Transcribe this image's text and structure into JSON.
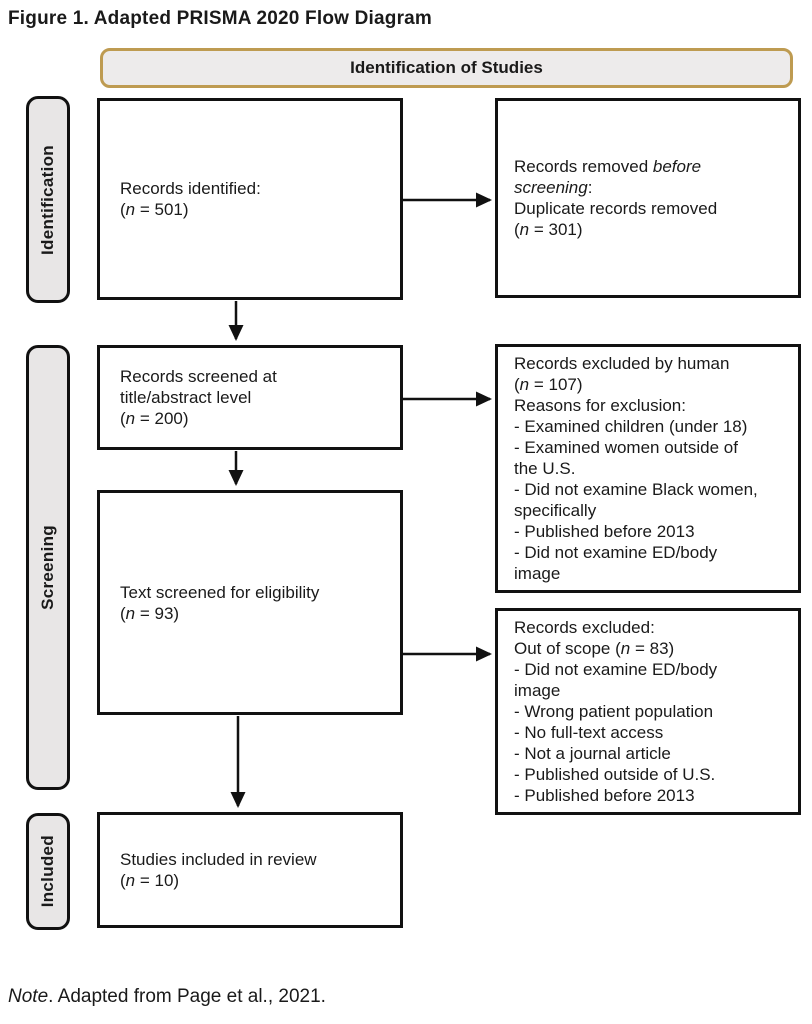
{
  "figure": {
    "title": "Figure 1. Adapted PRISMA 2020 Flow Diagram",
    "note": [
      [
        {
          "t": "Note",
          "i": true
        },
        {
          "t": ". Adapted from Page et al., 2021."
        }
      ]
    ]
  },
  "banner": {
    "label": "Identification of Studies"
  },
  "stages": {
    "identification": "Identification",
    "screening": "Screening",
    "included": "Included"
  },
  "boxes": {
    "records_identified": {
      "lines": [
        [
          {
            "t": "Records identified:"
          }
        ],
        [
          {
            "t": "("
          },
          {
            "t": "n",
            "i": true
          },
          {
            "t": " = 501)"
          }
        ]
      ]
    },
    "records_removed": {
      "lines": [
        [
          {
            "t": "Records removed "
          },
          {
            "t": "before",
            "i": true
          }
        ],
        [
          {
            "t": "screening",
            "i": true
          },
          {
            "t": ":"
          }
        ],
        [
          {
            "t": "Duplicate records removed"
          }
        ],
        [
          {
            "t": "("
          },
          {
            "t": "n",
            "i": true
          },
          {
            "t": " = 301)"
          }
        ]
      ]
    },
    "records_screened": {
      "lines": [
        [
          {
            "t": "Records screened at"
          }
        ],
        [
          {
            "t": "title/abstract level"
          }
        ],
        [
          {
            "t": "("
          },
          {
            "t": "n",
            "i": true
          },
          {
            "t": " = 200)"
          }
        ]
      ]
    },
    "excluded_human": {
      "lines": [
        [
          {
            "t": "Records excluded by human"
          }
        ],
        [
          {
            "t": "("
          },
          {
            "t": "n",
            "i": true
          },
          {
            "t": " = 107)"
          }
        ],
        [
          {
            "t": "Reasons for exclusion:"
          }
        ],
        [
          {
            "t": "- Examined children (under 18)"
          }
        ],
        [
          {
            "t": "- Examined women outside of"
          }
        ],
        [
          {
            "t": "the U.S."
          }
        ],
        [
          {
            "t": "- Did not examine Black women,"
          }
        ],
        [
          {
            "t": "specifically"
          }
        ],
        [
          {
            "t": "- Published before 2013"
          }
        ],
        [
          {
            "t": "- Did not examine ED/body"
          }
        ],
        [
          {
            "t": "image"
          }
        ]
      ]
    },
    "text_screened": {
      "lines": [
        [
          {
            "t": "Text screened for eligibility"
          }
        ],
        [
          {
            "t": "("
          },
          {
            "t": "n",
            "i": true
          },
          {
            "t": " = 93)"
          }
        ]
      ]
    },
    "excluded_scope": {
      "lines": [
        [
          {
            "t": "Records excluded:"
          }
        ],
        [
          {
            "t": "Out of scope ("
          },
          {
            "t": "n",
            "i": true
          },
          {
            "t": " = 83)"
          }
        ],
        [
          {
            "t": "- Did not examine ED/body"
          }
        ],
        [
          {
            "t": "image"
          }
        ],
        [
          {
            "t": "- Wrong patient population"
          }
        ],
        [
          {
            "t": "- No full-text access"
          }
        ],
        [
          {
            "t": "- Not a journal article"
          }
        ],
        [
          {
            "t": "- Published outside of U.S."
          }
        ],
        [
          {
            "t": "- Published before 2013"
          }
        ]
      ]
    },
    "studies_included": {
      "lines": [
        [
          {
            "t": "Studies included in review"
          }
        ],
        [
          {
            "t": "("
          },
          {
            "t": "n",
            "i": true
          },
          {
            "t": " = 10)"
          }
        ]
      ]
    }
  },
  "colors": {
    "banner_border": "#BE9B51",
    "banner_fill": "#EDEBEB",
    "stage_fill": "#E8E6E6",
    "box_border": "#111111",
    "text": "#1A1A1A"
  }
}
